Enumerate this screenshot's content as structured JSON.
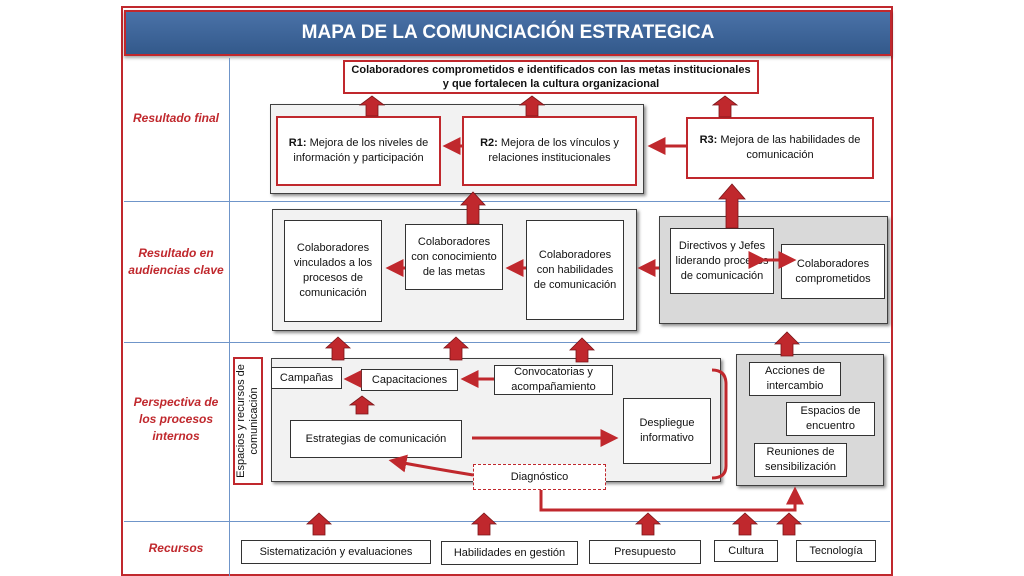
{
  "title": "MAPA DE LA COMUNCIACIÓN ESTRATEGICA",
  "rows": {
    "final": "Resultado final",
    "audiences": "Resultado en audiencias clave",
    "processes": "Perspectiva de los procesos internos",
    "resources": "Recursos"
  },
  "goal": "Colaboradores comprometidos e identificados con las metas institucionales y que fortalecen la cultura organizacional",
  "results": {
    "r1_tag": "R1:",
    "r1_text": "Mejora de los niveles de información y participación",
    "r2_tag": "R2:",
    "r2_text": "Mejora de los vínculos y relaciones institucionales",
    "r3_tag": "R3:",
    "r3_text": "Mejora de las habilidades de comunicación"
  },
  "audiences": {
    "vinculados": "Colaboradores vinculados a los procesos de comunicación",
    "conocimiento": "Colaboradores con conocimiento de las metas",
    "habilidades": "Colaboradores con habilidades de comunicación",
    "directivos": "Directivos y Jefes liderando procesos de comunicación",
    "comprometidos": "Colaboradores comprometidos"
  },
  "processes": {
    "side_label": "Espacios y recursos de comunicación",
    "campanas": "Campañas",
    "capacitaciones": "Capacitaciones",
    "convocatorias": "Convocatorias y acompañamiento",
    "estrategias": "Estrategias de comunicación",
    "despliegue": "Despliegue informativo",
    "diagnostico": "Diagnóstico",
    "acciones": "Acciones de intercambio",
    "espacios": "Espacios de encuentro",
    "reuniones": "Reuniones de sensibilización"
  },
  "resources": {
    "sistematizacion": "Sistematización y evaluaciones",
    "habilidades": "Habilidades en gestión",
    "presupuesto": "Presupuesto",
    "cultura": "Cultura",
    "tecnologia": "Tecnología"
  },
  "colors": {
    "accent_red": "#c0282d",
    "title_blue": "#3d6499",
    "divider_blue": "#6f95c9",
    "panel_gray": "#f2f2f2"
  }
}
